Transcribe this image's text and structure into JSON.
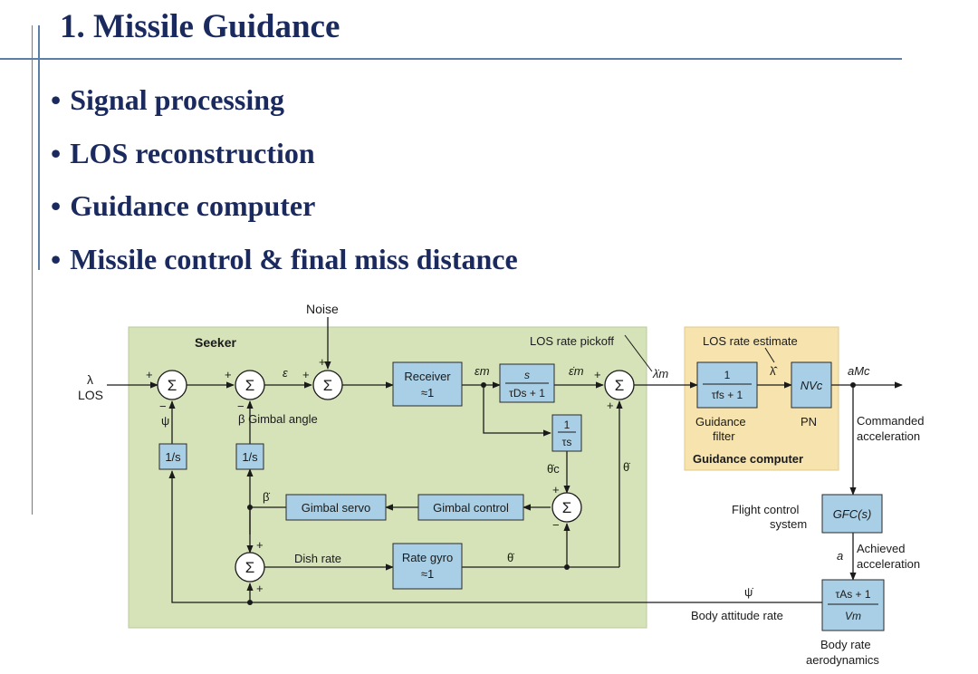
{
  "slide": {
    "title": "1. Missile Guidance",
    "bullets": [
      "Signal processing",
      "LOS reconstruction",
      "Guidance computer",
      "Missile control & final miss distance"
    ]
  },
  "diagram": {
    "seeker_label": "Seeker",
    "noise_label": "Noise",
    "input_symbol": "λ",
    "input_label": "LOS",
    "sum_symbol": "Σ",
    "psi": "ψ",
    "beta_gimbal_angle": "β Gimbal angle",
    "epsilon": "ε",
    "epsilon_m": "εm",
    "epsilon_m_dot": "ε̇m",
    "lambda_m_dot": "λ̇m",
    "lambda_hat_dot": "λ̂̇",
    "theta_c_dot": "θ̇c",
    "theta_dot": "θ̇",
    "beta_dot": "β̇",
    "psi_dot": "ψ̇",
    "a_label": "a",
    "a_mc": "aMc",
    "integrator": "1/s",
    "receiver_title": "Receiver",
    "receiver_gain": "≈1",
    "seeker_filter_num": "s",
    "seeker_filter_den": "τDs + 1",
    "tau_s_num": "1",
    "tau_s_den": "τs",
    "gimbal_control": "Gimbal control",
    "gimbal_servo": "Gimbal servo",
    "dish_rate": "Dish rate",
    "rate_gyro_title": "Rate gyro",
    "rate_gyro_gain": "≈1",
    "los_rate_pickoff": "LOS rate pickoff",
    "los_rate_estimate": "LOS rate estimate",
    "guidance_filter_num": "1",
    "guidance_filter_den": "τfs + 1",
    "guidance_filter_label": [
      "Guidance",
      "filter"
    ],
    "pn_box": "NVc",
    "pn_label": "PN",
    "guidance_computer": "Guidance computer",
    "commanded_acceleration": [
      "Commanded",
      "acceleration"
    ],
    "flight_control": [
      "Flight control",
      "system"
    ],
    "gfc": "GFC(s)",
    "achieved_acceleration": [
      "Achieved",
      "acceleration"
    ],
    "body_rate_num": "τAs + 1",
    "body_rate_den": "Vm",
    "body_attitude_rate": "Body attitude rate",
    "body_rate_label": [
      "Body rate",
      "aerodynamics"
    ]
  },
  "colors": {
    "title_text": "#1a2a5e",
    "rule": "#5b7fa6",
    "seeker_bg": "#d6e3b8",
    "guidance_bg": "#f6e3ad",
    "block_fill": "#a8cfe6",
    "block_stroke": "#2a2a2a"
  }
}
